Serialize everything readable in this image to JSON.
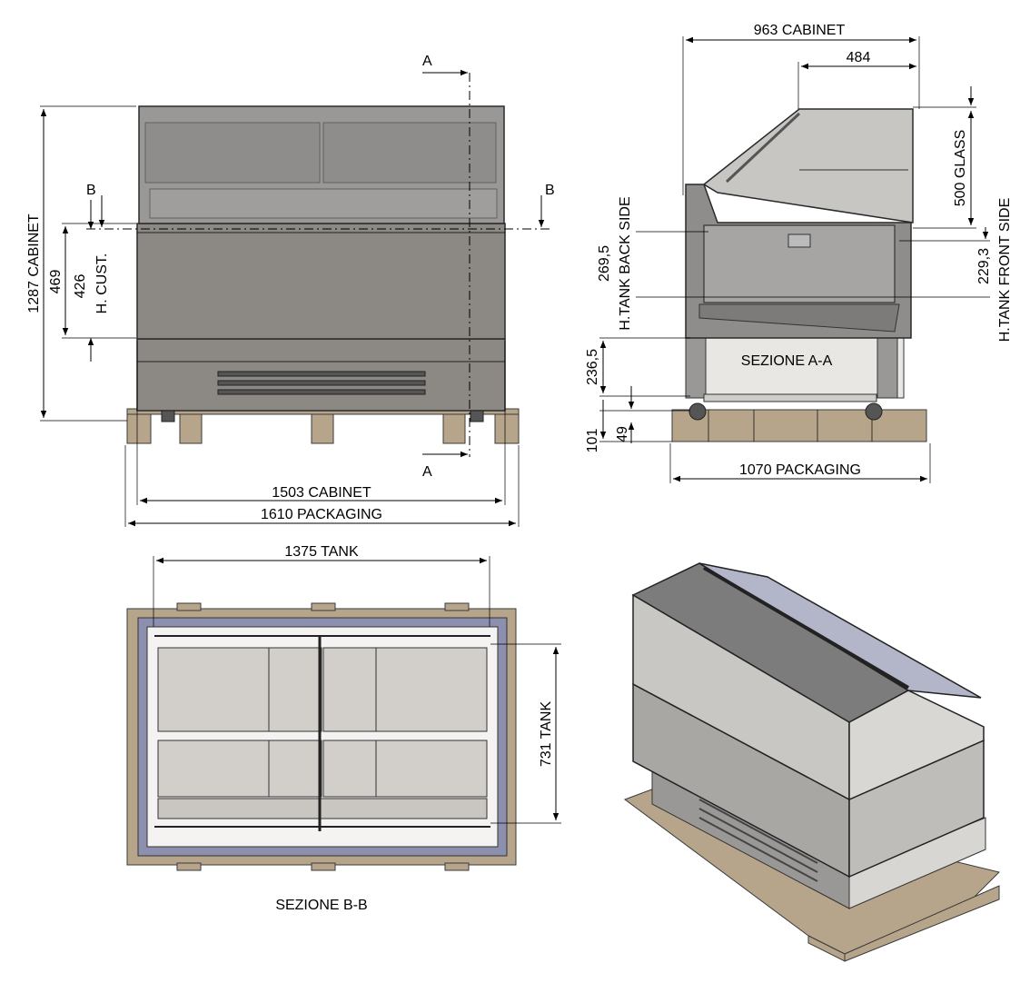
{
  "front_view": {
    "section_a_top": "A",
    "section_a_bottom": "A",
    "section_b_left": "B",
    "section_b_right": "B",
    "dim_height_cabinet": "1287 CABINET",
    "dim_469": "469",
    "dim_426": "426",
    "dim_h_cust": "H. CUST.",
    "dim_width_cabinet": "1503 CABINET",
    "dim_width_packaging": "1610 PACKAGING"
  },
  "side_view": {
    "dim_cabinet_depth": "963 CABINET",
    "dim_484": "484",
    "dim_glass": "500 GLASS",
    "dim_tank_back": "269,5",
    "label_tank_back": "H.TANK BACK SIDE",
    "dim_tank_front": "229,3",
    "label_tank_front": "H.TANK FRONT SIDE",
    "dim_236": "236,5",
    "dim_101": "101",
    "dim_49": "49",
    "section_label": "SEZIONE A-A",
    "dim_packaging": "1070 PACKAGING"
  },
  "top_view": {
    "dim_tank_width": "1375 TANK",
    "dim_tank_depth": "731 TANK",
    "section_label": "SEZIONE B-B"
  }
}
